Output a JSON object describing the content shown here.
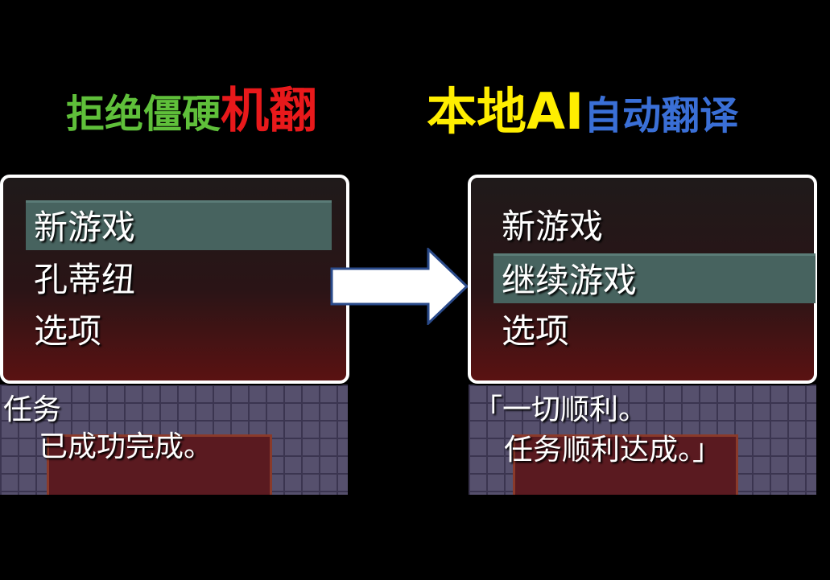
{
  "title": {
    "left_green": "拒绝僵硬",
    "left_red": "机翻",
    "right_yellow": "本地AI",
    "right_blue": "自动翻译"
  },
  "left_panel": {
    "menu_items": [
      "新游戏",
      "孔蒂纽",
      "选项"
    ],
    "selected_index": 0,
    "dialogue": [
      "任务",
      "已成功完成。"
    ]
  },
  "right_panel": {
    "menu_items": [
      "新游戏",
      "继续游戏",
      "选项"
    ],
    "selected_index": 1,
    "dialogue": [
      "「一切顺利。",
      "任务顺利达成。」"
    ]
  },
  "colors": {
    "green": "#5fbf3a",
    "red": "#e8191b",
    "yellow": "#ffee00",
    "blue": "#3a6fd6",
    "selection": "#47635f"
  }
}
